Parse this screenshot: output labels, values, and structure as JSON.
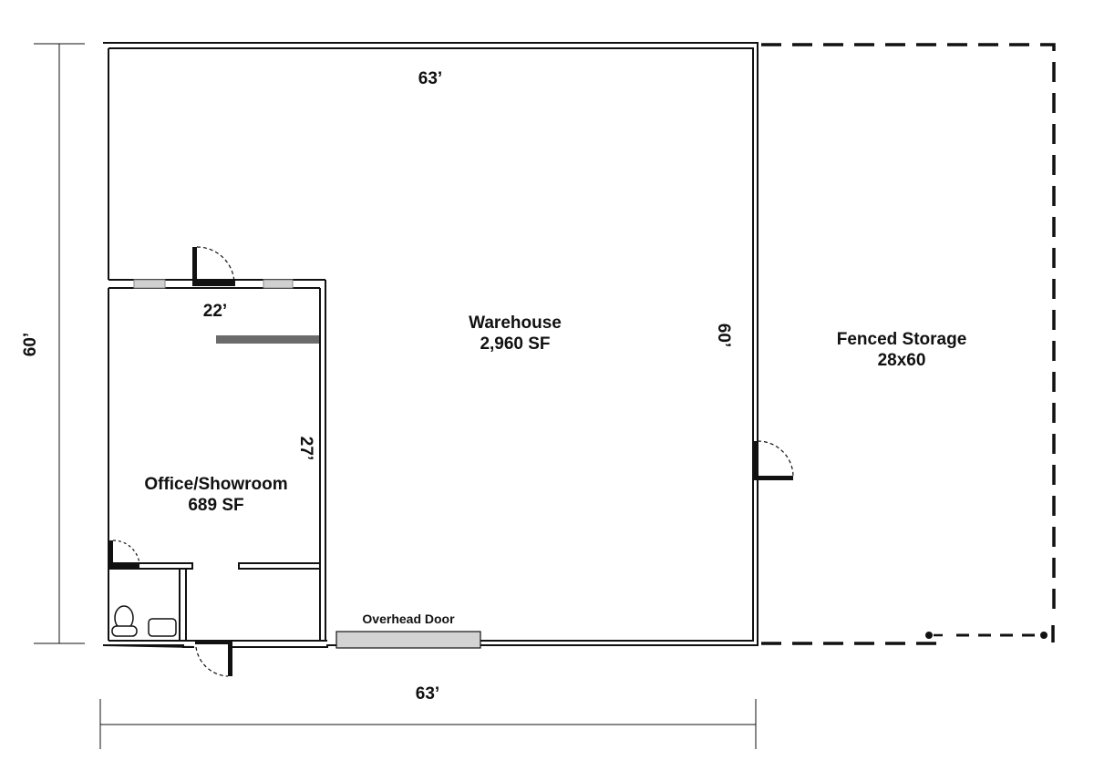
{
  "plan": {
    "warehouse": {
      "name": "Warehouse",
      "area": "2,960 SF"
    },
    "office": {
      "name": "Office/Showroom",
      "area": "689 SF"
    },
    "fenced_storage": {
      "name": "Fenced Storage",
      "size": "28x60"
    },
    "overhead_door": {
      "label": "Overhead Door"
    },
    "dimensions": {
      "top_width": "63’",
      "bottom_width": "63’",
      "left_height": "60’",
      "right_height": "60’",
      "office_width": "22’",
      "office_depth": "27’"
    }
  },
  "colors": {
    "wall": "#111111",
    "window": "#d0d0d0",
    "overhead_door": "#d3d3d3",
    "counter": "#6b6b6b",
    "background": "#ffffff"
  }
}
